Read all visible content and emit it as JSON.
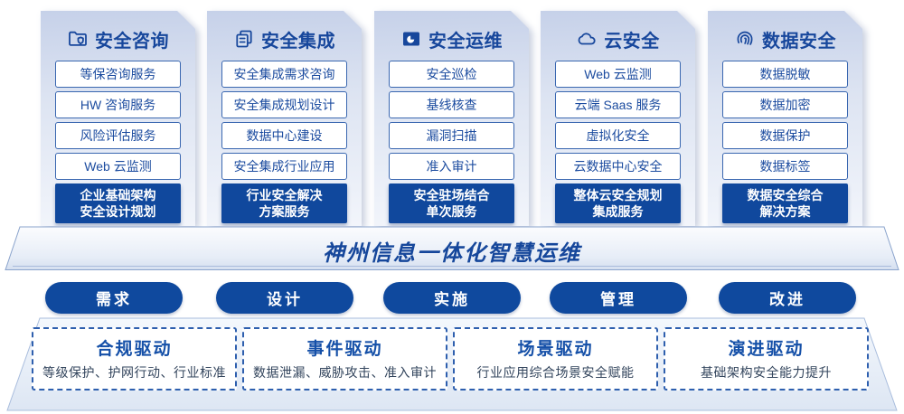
{
  "columns": [
    {
      "title": "安全咨询",
      "icon": "folder-shield",
      "items": [
        "等保咨询服务",
        "HW 咨询服务",
        "风险评估服务",
        "Web 云监测"
      ],
      "highlight": "企业基础架构\n安全设计规划"
    },
    {
      "title": "安全集成",
      "icon": "stacked-documents",
      "items": [
        "安全集成需求咨询",
        "安全集成规划设计",
        "数据中心建设",
        "安全集成行业应用"
      ],
      "highlight": "行业安全解决\n方案服务"
    },
    {
      "title": "安全运维",
      "icon": "folder-pie",
      "items": [
        "安全巡检",
        "基线核查",
        "漏洞扫描",
        "准入审计"
      ],
      "highlight": "安全驻场结合\n单次服务"
    },
    {
      "title": "云安全",
      "icon": "cloud",
      "items": [
        "Web 云监测",
        "云端 Saas 服务",
        "虚拟化安全",
        "云数据中心安全"
      ],
      "highlight": "整体云安全规划\n集成服务"
    },
    {
      "title": "数据安全",
      "icon": "fingerprint",
      "items": [
        "数据脱敏",
        "数据加密",
        "数据保护",
        "数据标签"
      ],
      "highlight": "数据安全综合\n解决方案"
    }
  ],
  "banner": {
    "title": "神州信息一体化智慧运维"
  },
  "phases": [
    "需求",
    "设计",
    "实施",
    "管理",
    "改进"
  ],
  "drivers": [
    {
      "title": "合规驱动",
      "desc": "等级保护、护网行动、行业标准"
    },
    {
      "title": "事件驱动",
      "desc": "数据泄漏、威胁攻击、准入审计"
    },
    {
      "title": "场景驱动",
      "desc": "行业应用综合场景安全赋能"
    },
    {
      "title": "演进驱动",
      "desc": "基础架构安全能力提升"
    }
  ],
  "colors": {
    "primary_blue": "#10489d",
    "title_blue": "#17479c",
    "border_blue": "#2e5fae",
    "desc_text": "#32445c",
    "card_gradient_top": "#c6d1e9",
    "card_gradient_bottom": "#f2f5fb"
  }
}
